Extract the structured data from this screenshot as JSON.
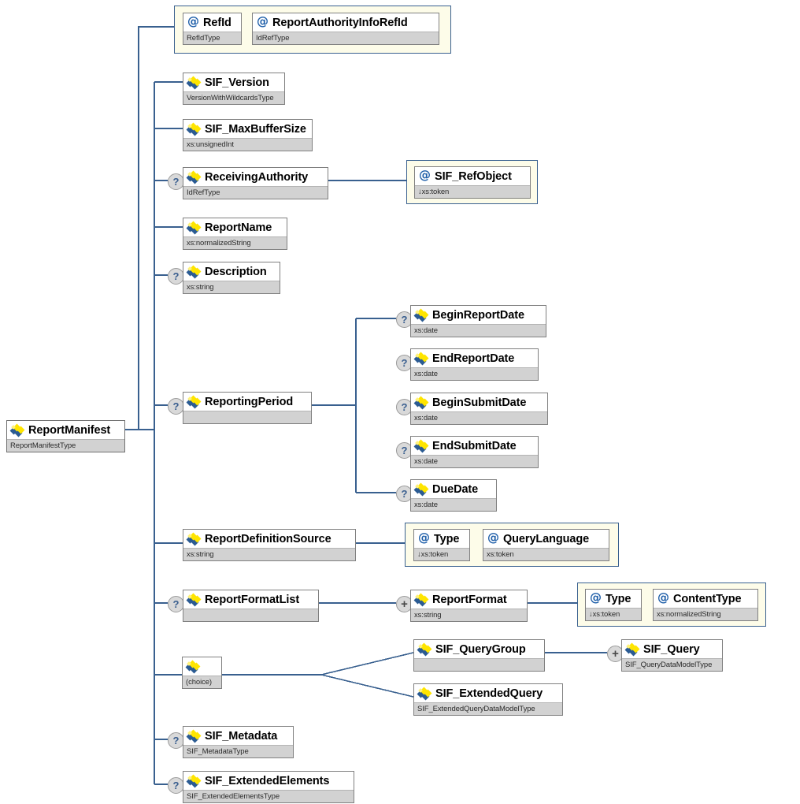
{
  "diagram": {
    "kind": "xml-schema-tree",
    "root": {
      "name": "ReportManifest",
      "type": "ReportManifestType",
      "icon": "element-icon"
    },
    "attributes_of_root": [
      {
        "name": "RefId",
        "type": "RefIdType",
        "icon": "attribute-icon"
      },
      {
        "name": "ReportAuthorityInfoRefId",
        "type": "IdRefType",
        "icon": "attribute-icon"
      }
    ],
    "children": [
      {
        "name": "SIF_Version",
        "type": "VersionWithWildcardsType",
        "icon": "element-icon",
        "occurrence": ""
      },
      {
        "name": "SIF_MaxBufferSize",
        "type": "xs:unsignedInt",
        "icon": "element-icon",
        "occurrence": ""
      },
      {
        "name": "ReceivingAuthority",
        "type": "IdRefType",
        "icon": "element-icon",
        "occurrence": "?"
      },
      {
        "name": "ReportName",
        "type": "xs:normalizedString",
        "icon": "element-icon",
        "occurrence": ""
      },
      {
        "name": "Description",
        "type": "xs:string",
        "icon": "element-icon",
        "occurrence": "?"
      },
      {
        "name": "ReportingPeriod",
        "type": "",
        "icon": "element-icon",
        "occurrence": "?"
      },
      {
        "name": "ReportDefinitionSource",
        "type": "xs:string",
        "icon": "element-icon",
        "occurrence": ""
      },
      {
        "name": "ReportFormatList",
        "type": "",
        "icon": "element-icon",
        "occurrence": "?"
      },
      {
        "name": "",
        "type": "(choice)",
        "icon": "element-icon",
        "occurrence": ""
      },
      {
        "name": "SIF_Metadata",
        "type": "SIF_MetadataType",
        "icon": "element-icon",
        "occurrence": "?"
      },
      {
        "name": "SIF_ExtendedElements",
        "type": "SIF_ExtendedElementsType",
        "icon": "element-icon",
        "occurrence": "?"
      }
    ],
    "receiving_authority_attributes": [
      {
        "name": "SIF_RefObject",
        "type": "↓xs:token",
        "icon": "attribute-icon"
      }
    ],
    "reporting_period_children": [
      {
        "name": "BeginReportDate",
        "type": "xs:date",
        "icon": "element-icon",
        "occurrence": "?"
      },
      {
        "name": "EndReportDate",
        "type": "xs:date",
        "icon": "element-icon",
        "occurrence": "?"
      },
      {
        "name": "BeginSubmitDate",
        "type": "xs:date",
        "icon": "element-icon",
        "occurrence": "?"
      },
      {
        "name": "EndSubmitDate",
        "type": "xs:date",
        "icon": "element-icon",
        "occurrence": "?"
      },
      {
        "name": "DueDate",
        "type": "xs:date",
        "icon": "element-icon",
        "occurrence": "?"
      }
    ],
    "report_definition_source_attributes": [
      {
        "name": "Type",
        "type": "↓xs:token",
        "icon": "attribute-icon"
      },
      {
        "name": "QueryLanguage",
        "type": "xs:token",
        "icon": "attribute-icon"
      }
    ],
    "report_format_list_children": [
      {
        "name": "ReportFormat",
        "type": "xs:string",
        "icon": "element-icon",
        "occurrence": "+"
      }
    ],
    "report_format_attributes": [
      {
        "name": "Type",
        "type": "↓xs:token",
        "icon": "attribute-icon"
      },
      {
        "name": "ContentType",
        "type": "xs:normalizedString",
        "icon": "attribute-icon"
      }
    ],
    "choice_children": [
      {
        "name": "SIF_QueryGroup",
        "type": "",
        "icon": "element-icon",
        "occurrence": ""
      },
      {
        "name": "SIF_ExtendedQuery",
        "type": "SIF_ExtendedQueryDataModelType",
        "icon": "element-icon",
        "occurrence": ""
      }
    ],
    "query_group_children": [
      {
        "name": "SIF_Query",
        "type": "SIF_QueryDataModelType",
        "icon": "element-icon",
        "occurrence": "+"
      }
    ],
    "colors": {
      "connector": "#39608f",
      "type_bar": "#d2d2d2",
      "attr_group_fill": "#fdfce9",
      "attr_group_border": "#39608f",
      "icon_blue": "#2b5b93",
      "icon_yellow": "#ffe500",
      "occurrence_fill": "#d9d9d9"
    }
  }
}
